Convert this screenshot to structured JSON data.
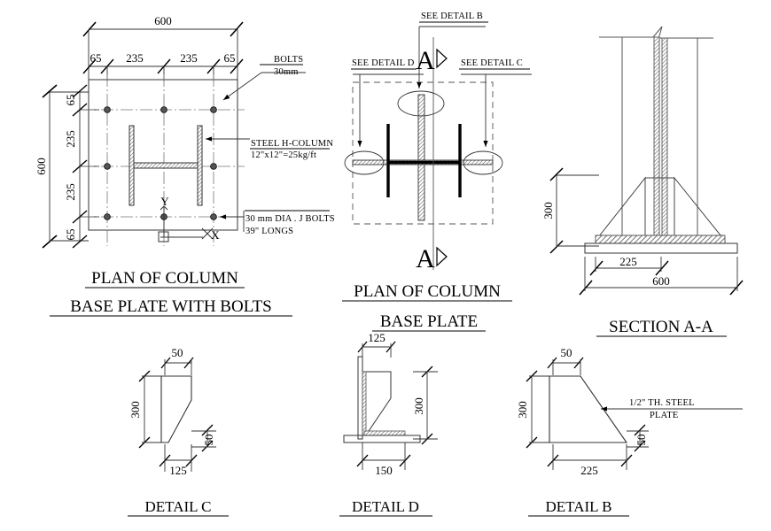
{
  "drawing": {
    "type": "engineering-drawing",
    "subject": "Steel column base plate with bolts — plan, section and details",
    "units": "mm"
  },
  "views": {
    "plan1": {
      "title_line1": "PLAN OF COLUMN",
      "title_line2": "BASE PLATE WITH BOLTS",
      "overall_width": "600",
      "overall_height": "600",
      "top_chain": [
        "65",
        "235",
        "235",
        "65"
      ],
      "left_chain": [
        "65",
        "235",
        "235",
        "65"
      ],
      "labels": {
        "bolts": "BOLTS",
        "bolts_size": "30mm",
        "column": "STEEL H-COLUMN",
        "column_spec": "12\"x12\"=25kg/ft",
        "jbolts_line1": "30 mm  DIA . J BOLTS",
        "jbolts_line2": "39\" LONGS"
      },
      "axis_x": "X",
      "axis_y": "Y"
    },
    "plan2": {
      "title_line1": "PLAN OF COLUMN",
      "title_line2": "BASE PLATE",
      "callouts": {
        "detail_b": "SEE DETAIL  B",
        "detail_c": "SEE DETAIL  C",
        "detail_d": "SEE DETAIL  D"
      },
      "section_mark_top": "A",
      "section_mark_bottom": "A"
    },
    "section": {
      "title": "SECTION A-A",
      "height": "300",
      "half_width": "225",
      "overall_width": "600"
    }
  },
  "details": {
    "detail_c": {
      "title": "DETAIL C",
      "top_width": "50",
      "height": "300",
      "base_width": "125",
      "edge": "50"
    },
    "detail_d": {
      "title": "DETAIL D",
      "top_width": "125",
      "height": "300",
      "base_width": "150"
    },
    "detail_b": {
      "title": "DETAIL B",
      "top_width": "50",
      "height": "300",
      "base_width": "225",
      "edge": "50",
      "note_line1": "1/2\" TH. STEEL",
      "note_line2": "PLATE"
    }
  },
  "colors": {
    "line": "#000000",
    "thin": "#444444",
    "hatch": "#777777",
    "background": "#ffffff"
  }
}
